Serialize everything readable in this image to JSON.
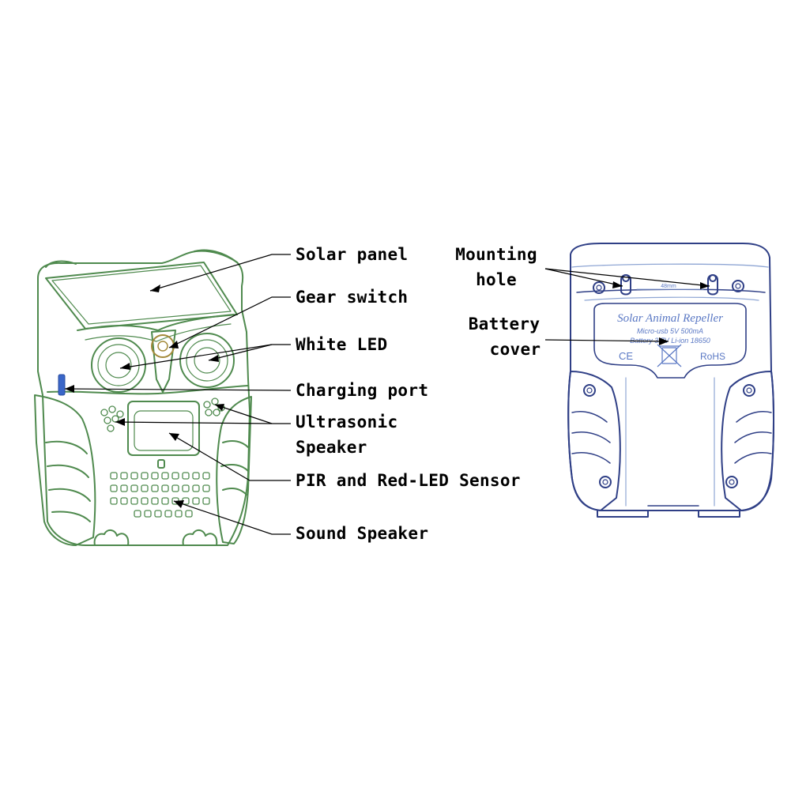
{
  "front_labels": {
    "solar_panel": "Solar panel",
    "gear_switch": "Gear switch",
    "white_led": "White LED",
    "charging_port": "Charging port",
    "ultrasonic_1": "Ultrasonic",
    "ultrasonic_2": "Speaker",
    "pir_sensor": "PIR and Red-LED Sensor",
    "sound_speaker": "Sound Speaker"
  },
  "back_labels": {
    "mounting_1": "Mounting",
    "mounting_2": "hole",
    "battery_1": "Battery",
    "battery_2": "cover"
  },
  "back_plate": {
    "title": "Solar Animal Repeller",
    "line1": "Micro-usb 5V 500mA",
    "line2": "Battery 3.7V Li-ion 18650",
    "ce": "CE",
    "rohs": "RoHS",
    "hole_distance": "48mm"
  },
  "colors": {
    "outline": "#4f8a4e",
    "outline_dark": "#355f34",
    "back_outline": "#2f3f86",
    "back_light": "#8fa6d4",
    "plate_text": "#5a78c4",
    "port_blue": "#3a66c8",
    "leader": "#000000"
  }
}
